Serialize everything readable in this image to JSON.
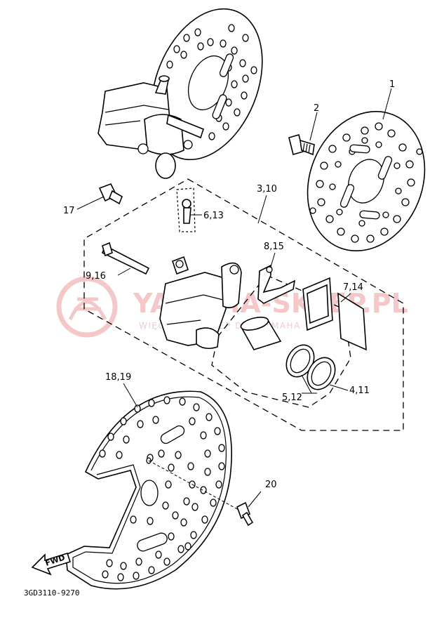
{
  "callouts": [
    {
      "id": "c1",
      "text": "1"
    },
    {
      "id": "c2",
      "text": "2"
    },
    {
      "id": "c3",
      "text": "3,10"
    },
    {
      "id": "c4",
      "text": "17"
    },
    {
      "id": "c5",
      "text": "6,13"
    },
    {
      "id": "c6",
      "text": "8,15"
    },
    {
      "id": "c7",
      "text": "9,16"
    },
    {
      "id": "c8",
      "text": "7,14"
    },
    {
      "id": "c9",
      "text": "5,12"
    },
    {
      "id": "c10",
      "text": "4,11"
    },
    {
      "id": "c11",
      "text": "18,19"
    },
    {
      "id": "c12",
      "text": "20"
    }
  ],
  "direction_arrow": {
    "text": "FWD",
    "icon": "fwd-arrow-icon"
  },
  "diagram_code": "3GD3110-9270",
  "watermark": {
    "brand": "YAMAHA-SKLEP.PL",
    "tagline": "WIĘCEJ NIŻ SKLEP DLA YAMAHA",
    "color": "#f4c8c8",
    "icon": "watermark-logo-icon"
  }
}
